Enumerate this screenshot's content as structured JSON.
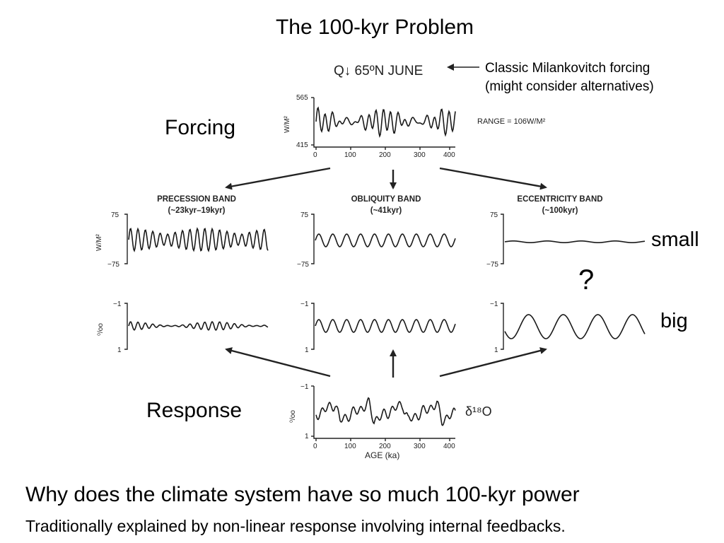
{
  "title": "The 100-kyr Problem",
  "labels": {
    "forcing": "Forcing",
    "response": "Response",
    "small": "small",
    "question": "?",
    "big": "big"
  },
  "note": {
    "line1": "Classic Milankovitch forcing",
    "line2": "(might consider alternatives)"
  },
  "figure": {
    "insolation_header": "Q↓ 65ºN JUNE",
    "insolation_ylabel": "W/M²",
    "insolation_ytop": "565",
    "insolation_ybottom": "415",
    "range_label": "RANGE = 106W/M²",
    "band_ylabel": "W/M²",
    "band_ytop": "75",
    "band_ybottom": "−75",
    "iso_ylabel": "⁰/oo",
    "iso_ytop": "−1",
    "iso_ybottom": "1",
    "d18o_label": "δ¹⁸O",
    "age_label": "AGE (ka)",
    "x_ticks": [
      "0",
      "100",
      "200",
      "300",
      "400"
    ],
    "bands": [
      {
        "name": "PRECESSION BAND",
        "period": "(~23kyr–19kyr)"
      },
      {
        "name": "OBLIQUITY BAND",
        "period": "(~41kyr)"
      },
      {
        "name": "ECCENTRICITY BAND",
        "period": "(~100kyr)"
      }
    ]
  },
  "bottom": {
    "line1": "Why does the climate system have so much 100-kyr power",
    "line2": "Traditionally explained by non-linear response involving internal feedbacks."
  }
}
